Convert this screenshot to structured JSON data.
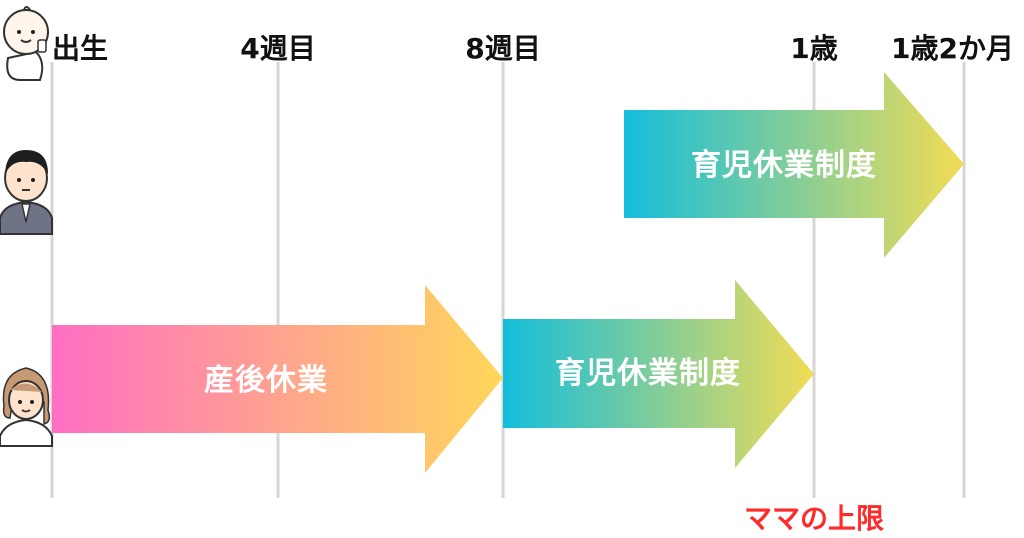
{
  "timeline": {
    "ticks": [
      {
        "id": "birth",
        "label": "出生"
      },
      {
        "id": "week4",
        "label": "4週目"
      },
      {
        "id": "week8",
        "label": "8週目"
      },
      {
        "id": "age1",
        "label": "1歳"
      },
      {
        "id": "age1m2",
        "label": "1歳2か月"
      }
    ]
  },
  "rows": {
    "baby": {
      "icon": "baby-icon"
    },
    "papa": {
      "icon": "father-icon"
    },
    "mama": {
      "icon": "mother-icon"
    }
  },
  "arrows": {
    "papa_childcare": {
      "label": "育児休業制度"
    },
    "mama_postpartum": {
      "label": "産後休業"
    },
    "mama_childcare": {
      "label": "育児休業制度"
    }
  },
  "note": {
    "text": "ママの上限",
    "color": "#ff2a2a"
  },
  "colors": {
    "gridline": "#d6d6d6",
    "pink_start": "#ff6ec4",
    "pink_end": "#ffd75a",
    "teal_start": "#14bedc",
    "teal_end": "#f2dc55"
  }
}
